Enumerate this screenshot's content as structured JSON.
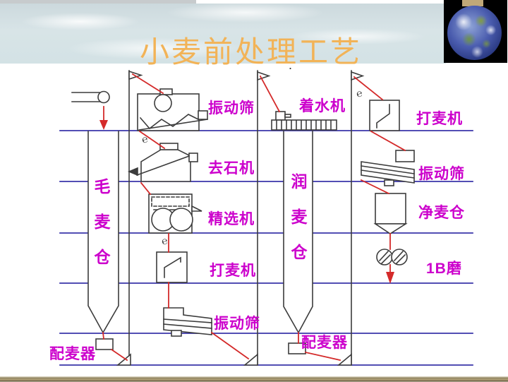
{
  "slide": {
    "title": "小麦前处理工艺",
    "title_dot": "."
  },
  "colors": {
    "title": "#f2b357",
    "label": "#cc00cc",
    "flow_line": "#d42a2a",
    "floor_line": "#3a35aa",
    "equipment_line": "#3c3c3c",
    "bottom_border": "#8f825f",
    "earth_background": "#000000"
  },
  "icons": {
    "separator_glyph": "℮"
  },
  "labels": {
    "screen_top_left": "振动筛",
    "destoner": "去石机",
    "selector": "精选机",
    "beater_left": "打麦机",
    "screen_bottom_left": "振动筛",
    "raw_wheat_bin": "毛麦仓",
    "distributor_left": "配麦器",
    "water_machine": "着水机",
    "temper_wheat_bin": "润麦仓",
    "distributor_middle": "配麦器",
    "beater_right": "打麦机",
    "screen_right": "振动筛",
    "clean_wheat_bin": "净麦仓",
    "mill_1b": "1B磨"
  }
}
